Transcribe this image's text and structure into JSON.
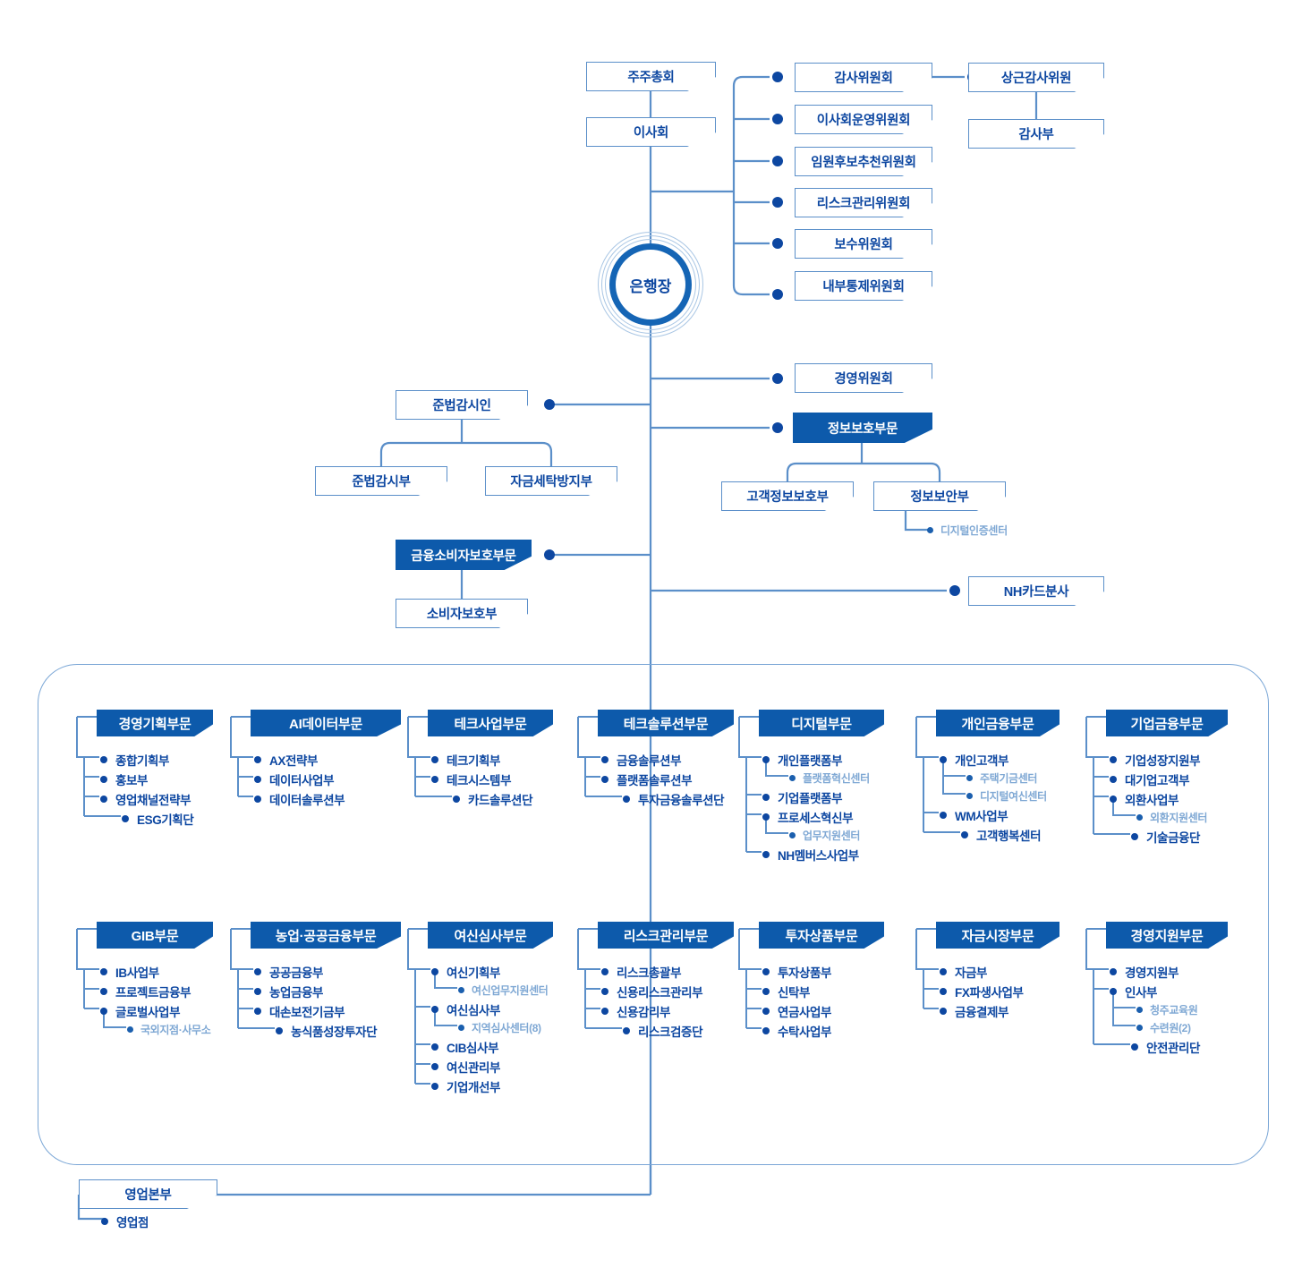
{
  "meta": {
    "title": "NH농협은행 조직도",
    "colors": {
      "fill": "#0d5aab",
      "outline_border": "#5b8fc9",
      "text_dark": "#0d47a1",
      "text_sub": "#7fa8d4",
      "wire": "#5b8fc9",
      "container_border": "#7aa6d6"
    }
  },
  "top": {
    "shareholders": "주주총회",
    "board": "이사회",
    "ceo": "은행장",
    "committees": [
      "감사위원회",
      "이사회운영위원회",
      "임원후보추천위원회",
      "리스크관리위원회",
      "보수위원회",
      "내부통제위원회"
    ],
    "auditor": "상근감사위원",
    "audit_dept": "감사부"
  },
  "middle": {
    "management_committee": "경영위원회",
    "compliance": {
      "head": "준법감시인",
      "children": [
        "준법감시부",
        "자금세탁방지부"
      ]
    },
    "infosec": {
      "head": "정보보호부문",
      "children": [
        "고객정보보호부",
        "정보보안부"
      ],
      "sub": "디지털인증센터"
    },
    "consumer": {
      "head": "금융소비자보호부문",
      "children": [
        "소비자보호부"
      ]
    },
    "nh_card": "NH카드분사"
  },
  "departments": [
    {
      "name": "경영기획부문",
      "items": [
        {
          "label": "종합기획부",
          "level": 1
        },
        {
          "label": "홍보부",
          "level": 1
        },
        {
          "label": "영업채널전략부",
          "level": 1
        },
        {
          "label": "ESG기획단",
          "level": 1,
          "indent": true
        }
      ]
    },
    {
      "name": "AI데이터부문",
      "items": [
        {
          "label": "AX전략부",
          "level": 1
        },
        {
          "label": "데이터사업부",
          "level": 1
        },
        {
          "label": "데이터솔루션부",
          "level": 1
        }
      ]
    },
    {
      "name": "테크사업부문",
      "items": [
        {
          "label": "테크기획부",
          "level": 1
        },
        {
          "label": "테크시스템부",
          "level": 1
        },
        {
          "label": "카드솔루션단",
          "level": 1,
          "indent": true
        }
      ]
    },
    {
      "name": "테크솔루션부문",
      "items": [
        {
          "label": "금융솔루션부",
          "level": 1
        },
        {
          "label": "플랫폼솔루션부",
          "level": 1
        },
        {
          "label": "투자금융솔루션단",
          "level": 1,
          "indent": true
        }
      ]
    },
    {
      "name": "디지털부문",
      "items": [
        {
          "label": "개인플랫폼부",
          "level": 1
        },
        {
          "label": "플랫폼혁신센터",
          "level": 2
        },
        {
          "label": "기업플랫폼부",
          "level": 1
        },
        {
          "label": "프로세스혁신부",
          "level": 1
        },
        {
          "label": "업무지원센터",
          "level": 2
        },
        {
          "label": "NH멤버스사업부",
          "level": 1
        }
      ]
    },
    {
      "name": "개인금융부문",
      "items": [
        {
          "label": "개인고객부",
          "level": 1
        },
        {
          "label": "주택기금센터",
          "level": 2
        },
        {
          "label": "디지털여신센터",
          "level": 2
        },
        {
          "label": "WM사업부",
          "level": 1
        },
        {
          "label": "고객행복센터",
          "level": 1,
          "indent": true
        }
      ]
    },
    {
      "name": "기업금융부문",
      "items": [
        {
          "label": "기업성장지원부",
          "level": 1
        },
        {
          "label": "대기업고객부",
          "level": 1
        },
        {
          "label": "외환사업부",
          "level": 1
        },
        {
          "label": "외환지원센터",
          "level": 2
        },
        {
          "label": "기술금융단",
          "level": 1,
          "indent": true
        }
      ]
    },
    {
      "name": "GIB부문",
      "items": [
        {
          "label": "IB사업부",
          "level": 1
        },
        {
          "label": "프로젝트금융부",
          "level": 1
        },
        {
          "label": "글로벌사업부",
          "level": 1
        },
        {
          "label": "국외지점·사무소",
          "level": 2
        }
      ]
    },
    {
      "name": "농업·공공금융부문",
      "items": [
        {
          "label": "공공금융부",
          "level": 1
        },
        {
          "label": "농업금융부",
          "level": 1
        },
        {
          "label": "대손보전기금부",
          "level": 1
        },
        {
          "label": "농식품성장투자단",
          "level": 1,
          "indent": true
        }
      ]
    },
    {
      "name": "여신심사부문",
      "items": [
        {
          "label": "여신기획부",
          "level": 1
        },
        {
          "label": "여신업무지원센터",
          "level": 2
        },
        {
          "label": "여신심사부",
          "level": 1
        },
        {
          "label": "지역심사센터(8)",
          "level": 2
        },
        {
          "label": "CIB심사부",
          "level": 1
        },
        {
          "label": "여신관리부",
          "level": 1
        },
        {
          "label": "기업개선부",
          "level": 1
        }
      ]
    },
    {
      "name": "리스크관리부문",
      "items": [
        {
          "label": "리스크총괄부",
          "level": 1
        },
        {
          "label": "신용리스크관리부",
          "level": 1
        },
        {
          "label": "신용감리부",
          "level": 1
        },
        {
          "label": "리스크검증단",
          "level": 1,
          "indent": true
        }
      ]
    },
    {
      "name": "투자상품부문",
      "items": [
        {
          "label": "투자상품부",
          "level": 1
        },
        {
          "label": "신탁부",
          "level": 1
        },
        {
          "label": "연금사업부",
          "level": 1
        },
        {
          "label": "수탁사업부",
          "level": 1
        }
      ]
    },
    {
      "name": "자금시장부문",
      "items": [
        {
          "label": "자금부",
          "level": 1
        },
        {
          "label": "FX파생사업부",
          "level": 1
        },
        {
          "label": "금융결제부",
          "level": 1
        }
      ]
    },
    {
      "name": "경영지원부문",
      "items": [
        {
          "label": "경영지원부",
          "level": 1
        },
        {
          "label": "인사부",
          "level": 1
        },
        {
          "label": "청주교육원",
          "level": 2
        },
        {
          "label": "수련원(2)",
          "level": 2
        },
        {
          "label": "안전관리단",
          "level": 1,
          "indent": true
        }
      ]
    }
  ],
  "bottom": {
    "hq": "영업본부",
    "branch": "영업점"
  }
}
